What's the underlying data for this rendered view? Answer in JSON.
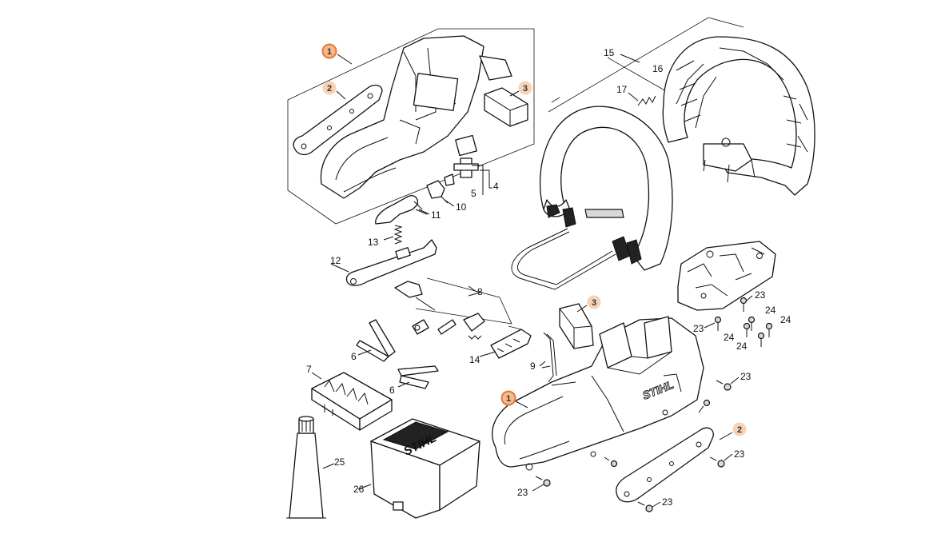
{
  "callouts": {
    "c1a": "1",
    "c2a": "2",
    "c3a": "3",
    "c3b": "3",
    "c1b": "1",
    "c2b": "2",
    "n4": "4",
    "n5": "5",
    "n6a": "6",
    "n6b": "6",
    "n7": "7",
    "n8": "8",
    "n9": "9",
    "n10": "10",
    "n11": "11",
    "n12": "12",
    "n13": "13",
    "n14": "14",
    "n15": "15",
    "n16": "16",
    "n17": "17",
    "n23a": "23",
    "n23b": "23",
    "n23c": "23",
    "n23d": "23",
    "n23e": "23",
    "n23f": "23",
    "n24a": "24",
    "n24b": "24",
    "n24c": "24",
    "n24d": "24",
    "n25": "25",
    "n26": "26"
  },
  "brand_marks": {
    "housing_logo": "STIHL",
    "cover_logo": "STIHL"
  },
  "colors": {
    "highlight_ring": "#e07a3a",
    "highlight_fill": "#f5b98a",
    "highlight_soft": "#f8d2b4",
    "line": "#111111"
  }
}
